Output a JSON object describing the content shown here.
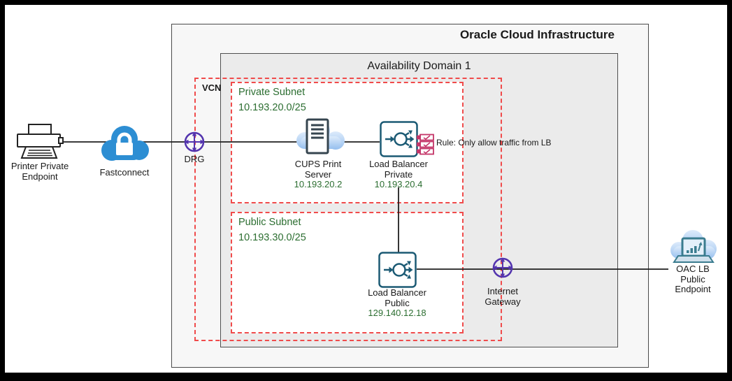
{
  "oci": {
    "title": "Oracle Cloud Infrastructure"
  },
  "availability_domain": {
    "title": "Availability Domain 1"
  },
  "vcn": {
    "label": "VCN"
  },
  "subnets": {
    "private": {
      "title": "Private Subnet",
      "cidr": "10.193.20.0/25"
    },
    "public": {
      "title": "Public Subnet",
      "cidr": "10.193.30.0/25"
    }
  },
  "nodes": {
    "printer": {
      "label": [
        "Printer Private",
        "Endpoint"
      ]
    },
    "fastconnect": {
      "label": [
        "Fastconnect"
      ]
    },
    "drg": {
      "label": [
        "DRG"
      ]
    },
    "cups_server": {
      "label": [
        "CUPS Print",
        "Server"
      ],
      "ip": "10.193.20.2"
    },
    "lb_private": {
      "label": [
        "Load Balancer",
        "Private"
      ],
      "ip": "10.193.20.4"
    },
    "lb_public": {
      "label": [
        "Load Balancer",
        "Public"
      ],
      "ip": "129.140.12.18"
    },
    "internet_gateway": {
      "label": [
        "Internet",
        "Gateway"
      ]
    },
    "oac_endpoint": {
      "label": [
        "OAC LB",
        "Public",
        "Endpoint"
      ]
    }
  },
  "annotations": {
    "lb_rule": "Rule: Only allow traffic from LB"
  },
  "colors": {
    "dashed_red": "#f04b4b",
    "green_text": "#2c6e31",
    "lb_teal": "#1b5a74",
    "gateway_purple": "#5334ae",
    "fastconnect_blue": "#2d8ed3",
    "firewall_pink": "#c43568",
    "connector_black": "#1f1f1f",
    "oci_fill": "#f7f7f7",
    "ad_fill": "#ebebeb"
  }
}
